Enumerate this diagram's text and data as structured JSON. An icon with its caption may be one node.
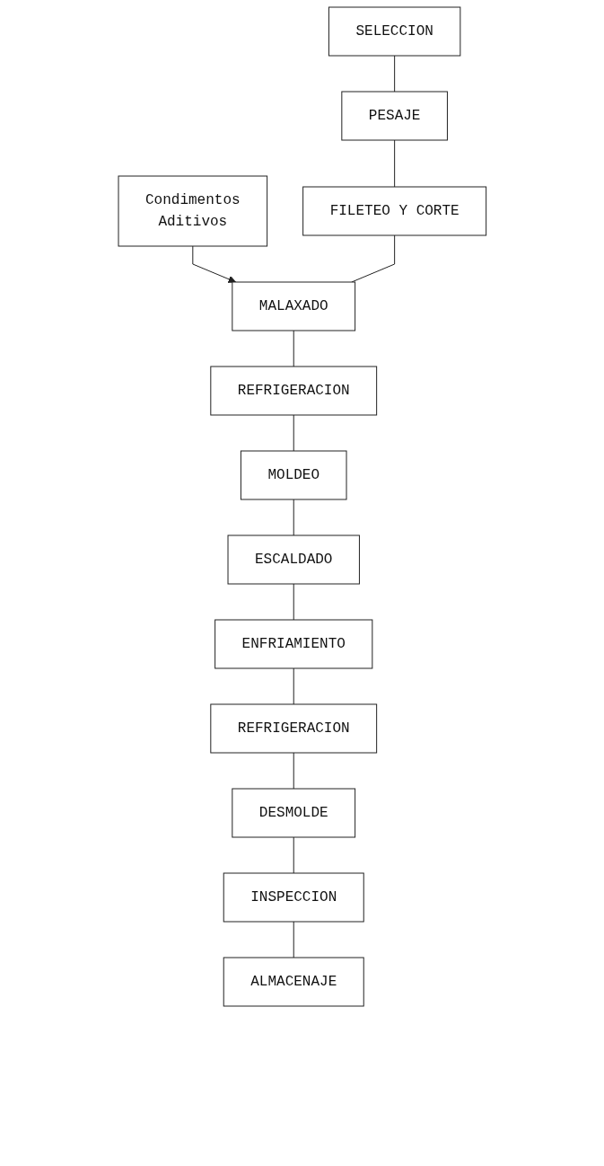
{
  "diagram": {
    "nodes": [
      {
        "text": [
          "SELECCION"
        ]
      },
      {
        "text": [
          "PESAJE"
        ]
      },
      {
        "text": [
          "Condimentos",
          "Aditivos"
        ]
      },
      {
        "text": [
          "FILETEO Y CORTE"
        ]
      },
      {
        "text": [
          "MALAXADO"
        ]
      },
      {
        "text": [
          "REFRIGERACION"
        ]
      },
      {
        "text": [
          "MOLDEO"
        ]
      },
      {
        "text": [
          "ESCALDADO"
        ]
      },
      {
        "text": [
          "ENFRIAMIENTO"
        ]
      },
      {
        "text": [
          "REFRIGERACION"
        ]
      },
      {
        "text": [
          "DESMOLDE"
        ]
      },
      {
        "text": [
          "INSPECCION"
        ]
      },
      {
        "text": [
          "ALMACENAJE"
        ]
      }
    ],
    "edges": [
      {
        "from": 0,
        "to": 1,
        "arrow": "none"
      },
      {
        "from": 1,
        "to": 3,
        "arrow": "none"
      },
      {
        "from": 2,
        "to": 4,
        "arrow": "to"
      },
      {
        "from": 3,
        "to": 4,
        "arrow": "none"
      },
      {
        "from": 4,
        "to": 5,
        "arrow": "none"
      },
      {
        "from": 5,
        "to": 6,
        "arrow": "none"
      },
      {
        "from": 6,
        "to": 7,
        "arrow": "none"
      },
      {
        "from": 7,
        "to": 8,
        "arrow": "none"
      },
      {
        "from": 8,
        "to": 9,
        "arrow": "none"
      },
      {
        "from": 9,
        "to": 10,
        "arrow": "none"
      },
      {
        "from": 10,
        "to": 11,
        "arrow": "none"
      },
      {
        "from": 11,
        "to": 12,
        "arrow": "none"
      }
    ]
  }
}
